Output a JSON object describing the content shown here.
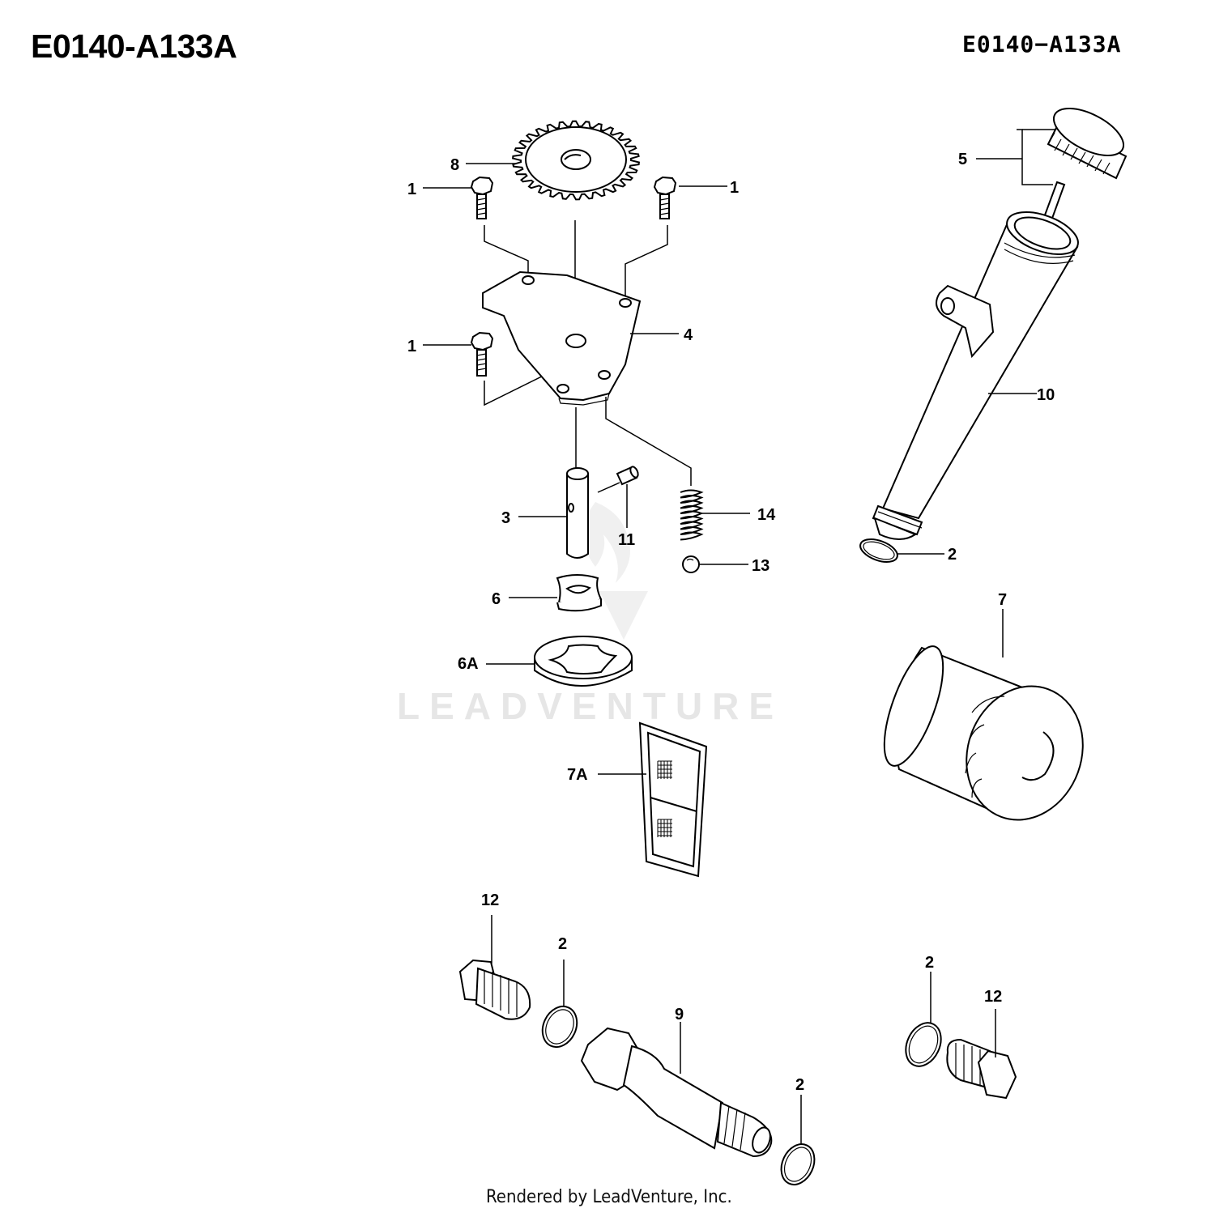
{
  "header": {
    "title_left": "E0140-A133A",
    "title_right": "E0140−A133A"
  },
  "watermark": "LEADVENTURE",
  "footer": "Rendered by LeadVenture, Inc.",
  "callouts": {
    "c8": "8",
    "c1a": "1",
    "c1b": "1",
    "c1c": "1",
    "c4": "4",
    "c3": "3",
    "c11": "11",
    "c14": "14",
    "c13": "13",
    "c6": "6",
    "c6a": "6A",
    "c7a": "7A",
    "c5": "5",
    "c10": "10",
    "c2a": "2",
    "c7": "7",
    "c12a": "12",
    "c2b": "2",
    "c9": "9",
    "c2c": "2",
    "c2d": "2",
    "c12b": "12"
  }
}
